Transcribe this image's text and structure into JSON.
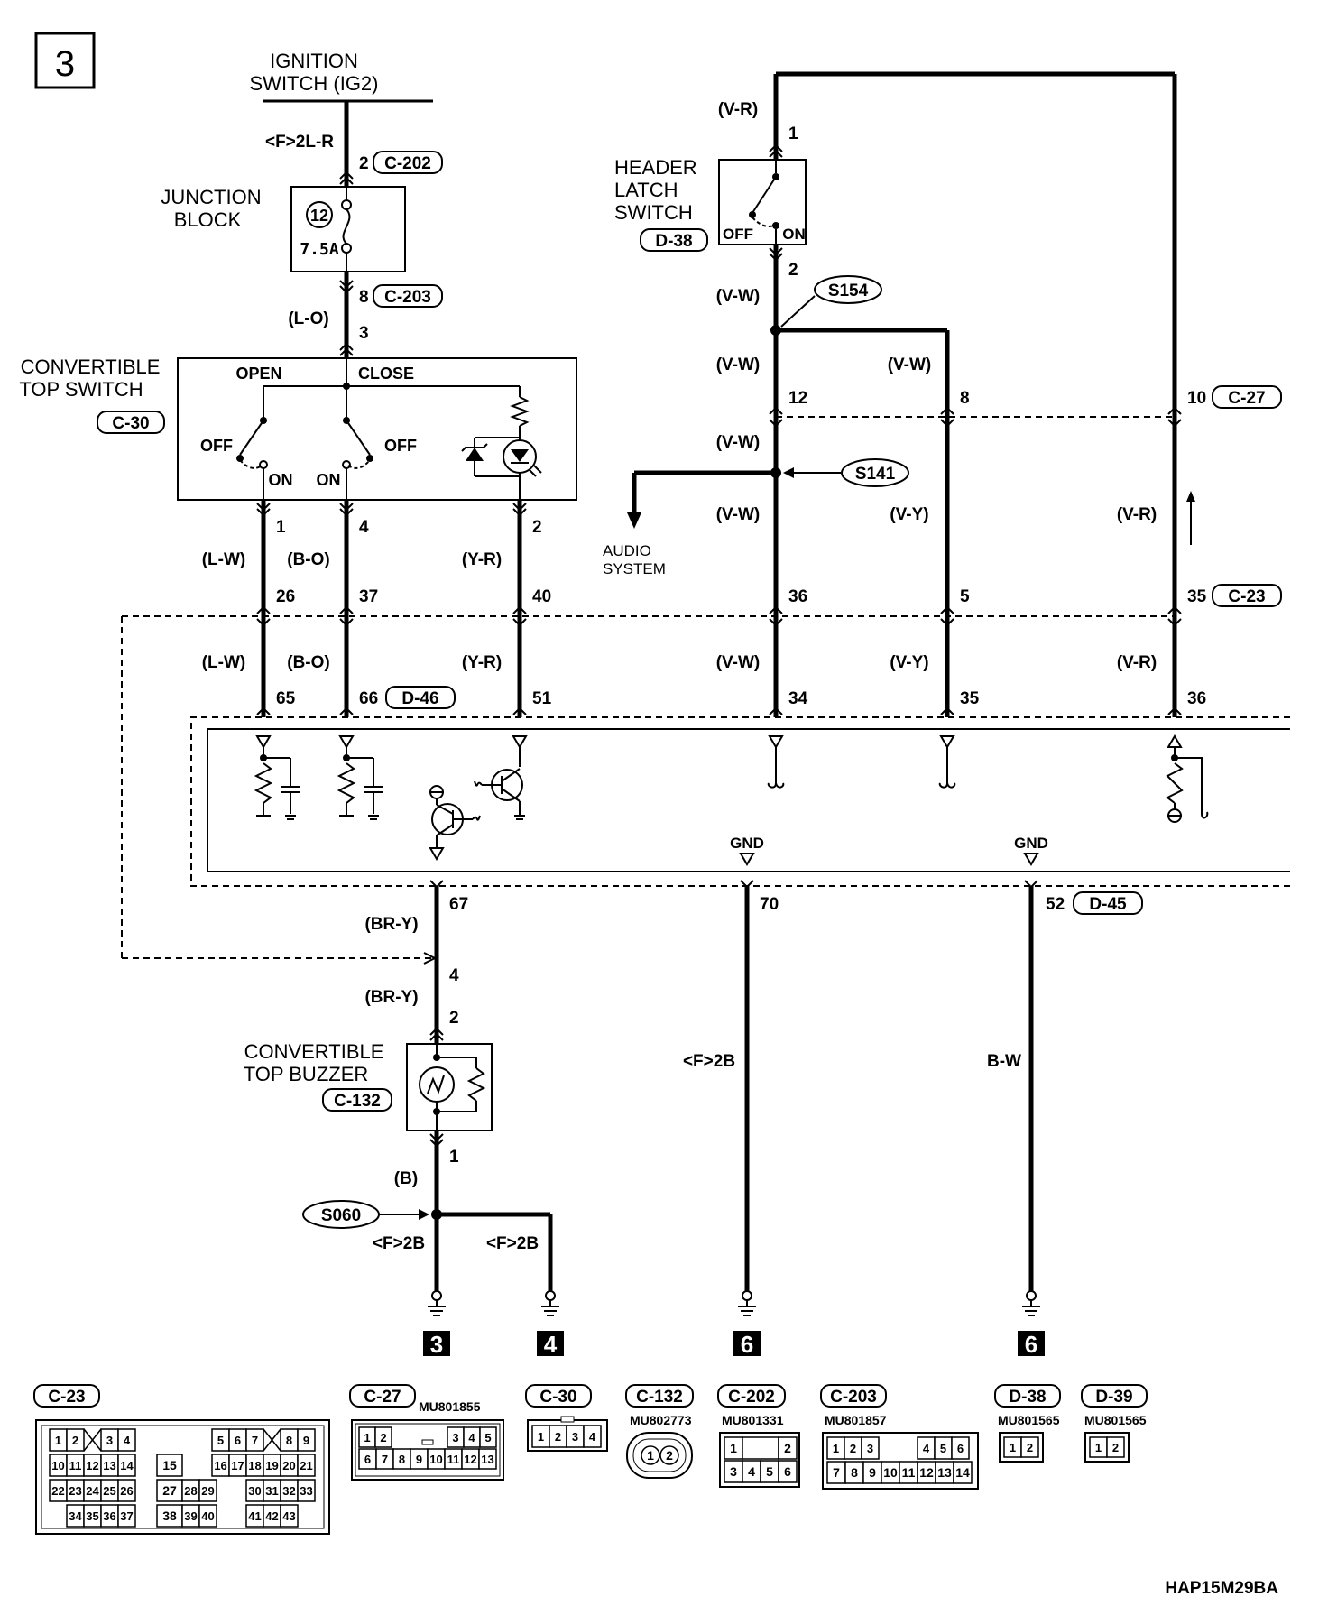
{
  "page_number": "3",
  "doc_code": "HAP15M29BA",
  "components": {
    "ignition": {
      "line1": "IGNITION",
      "line2": "SWITCH (IG2)"
    },
    "junction_block": {
      "line1": "JUNCTION",
      "line2": "BLOCK",
      "fuse_no": "12",
      "fuse_rating": "7.5A"
    },
    "conv_top_switch": {
      "line1": "CONVERTIBLE",
      "line2": "TOP SWITCH",
      "connector": "C-30",
      "open": "OPEN",
      "close": "CLOSE",
      "off": "OFF",
      "on": "ON"
    },
    "header_latch": {
      "line1": "HEADER",
      "line2": "LATCH",
      "line3": "SWITCH",
      "connector": "D-38",
      "off": "OFF",
      "on": "ON"
    },
    "audio": {
      "line1": "AUDIO",
      "line2": "SYSTEM"
    },
    "buzzer": {
      "line1": "CONVERTIBLE",
      "line2": "TOP BUZZER",
      "connector": "C-132"
    },
    "gnd": "GND"
  },
  "splices": [
    "S154",
    "S141",
    "S060"
  ],
  "wires": {
    "f2lr": "<F>2L-R",
    "lo": "(L-O)",
    "vr": "(V-R)",
    "vw": "(V-W)",
    "vy": "(V-Y)",
    "lw": "(L-W)",
    "bo": "(B-O)",
    "yr": "(Y-R)",
    "bry": "(BR-Y)",
    "b": "(B)",
    "f2b": "<F>2B",
    "bw": "B-W"
  },
  "pins": {
    "p2": "2",
    "p8": "8",
    "p3": "3",
    "p1": "1",
    "p4": "4",
    "p12": "12",
    "p10": "10",
    "p26": "26",
    "p37": "37",
    "p40": "40",
    "p36": "36",
    "p5": "5",
    "p35": "35",
    "p65": "65",
    "p66": "66",
    "p51": "51",
    "p34": "34",
    "p67": "67",
    "p70": "70",
    "p52": "52"
  },
  "connector_refs": {
    "c202": "C-202",
    "c203": "C-203",
    "c27": "C-27",
    "c23": "C-23",
    "d46": "D-46",
    "d45": "D-45"
  },
  "grounds": [
    "3",
    "4",
    "6",
    "6"
  ],
  "connector_views": [
    {
      "name": "C-23",
      "part": ""
    },
    {
      "name": "C-27",
      "part": "MU801855"
    },
    {
      "name": "C-30",
      "part": ""
    },
    {
      "name": "C-132",
      "part": "MU802773"
    },
    {
      "name": "C-202",
      "part": "MU801331"
    },
    {
      "name": "C-203",
      "part": "MU801857"
    },
    {
      "name": "D-38",
      "part": "MU801565"
    },
    {
      "name": "D-39",
      "part": "MU801565"
    }
  ],
  "c23_cells": [
    "1",
    "2",
    "3",
    "4",
    "5",
    "6",
    "7",
    "8",
    "9",
    "10",
    "11",
    "12",
    "13",
    "14",
    "15",
    "16",
    "17",
    "18",
    "19",
    "20",
    "21",
    "22",
    "23",
    "24",
    "25",
    "26",
    "27",
    "28",
    "29",
    "30",
    "31",
    "32",
    "33",
    "34",
    "35",
    "36",
    "37",
    "38",
    "39",
    "40",
    "41",
    "42",
    "43"
  ],
  "c27_cells": [
    "1",
    "2",
    "3",
    "4",
    "5",
    "6",
    "7",
    "8",
    "9",
    "10",
    "11",
    "12",
    "13"
  ],
  "c30_cells": [
    "1",
    "2",
    "3",
    "4"
  ],
  "c132_cells": [
    "1",
    "2"
  ],
  "c202_cells": [
    "1",
    "2",
    "3",
    "4",
    "5",
    "6"
  ],
  "c203_cells": [
    "1",
    "2",
    "3",
    "4",
    "5",
    "6",
    "7",
    "8",
    "9",
    "10",
    "11",
    "12",
    "13",
    "14"
  ],
  "d38_cells": [
    "1",
    "2"
  ],
  "d39_cells": [
    "1",
    "2"
  ]
}
